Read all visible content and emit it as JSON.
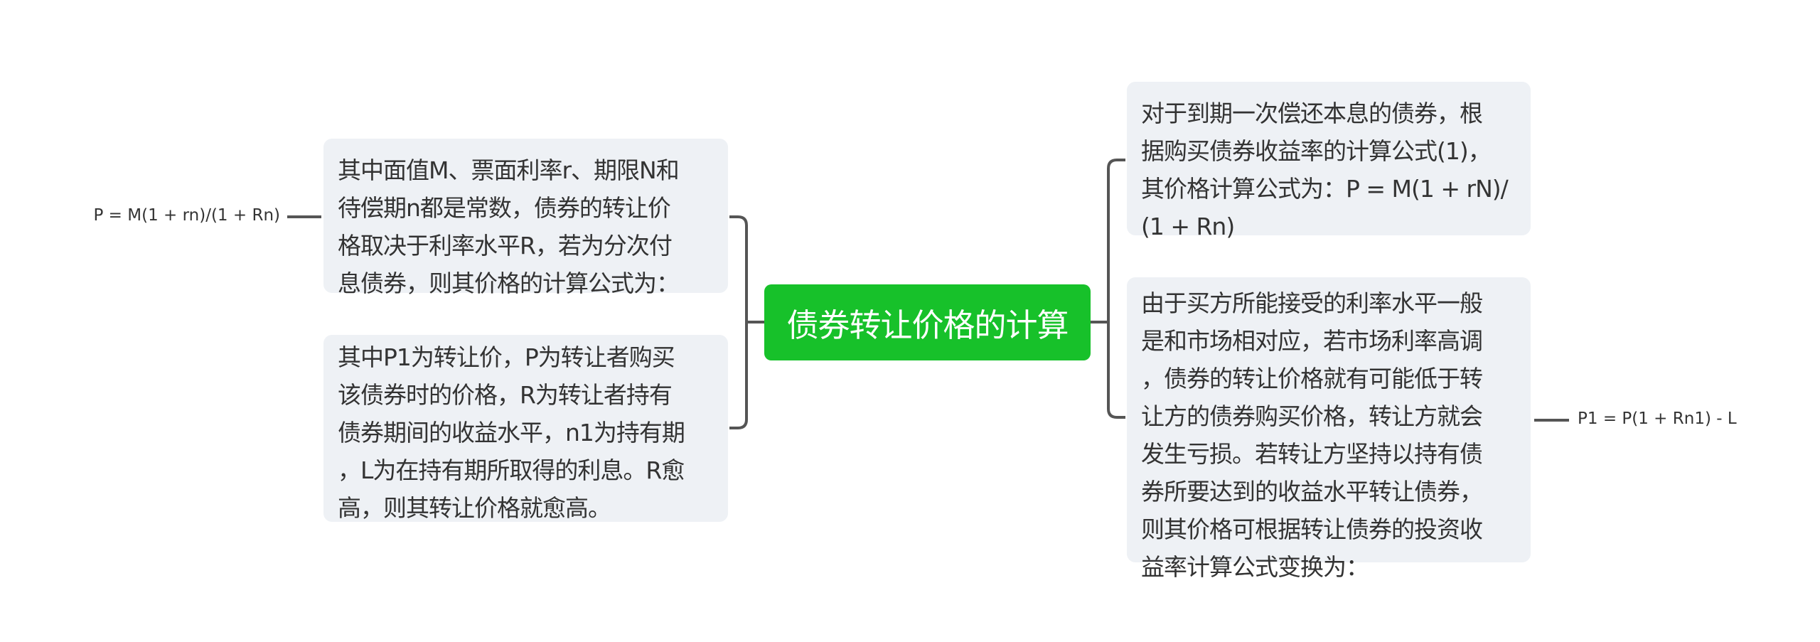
{
  "center": {
    "title": "债券转让价格的计算",
    "color": "#17c12a"
  },
  "left": [
    {
      "lines": [
        "其中面值M、票面利率r、期限N和",
        "待偿期n都是常数，债券的转让价",
        "格取决于利率水平R，若为分次付",
        "息债券，则其价格的计算公式为："
      ],
      "formula": "P = M(1 + rn)/(1 + Rn)"
    },
    {
      "lines": [
        "其中P1为转让价，P为转让者购买",
        "该债券时的价格，R为转让者持有",
        "债券期间的收益水平，n1为持有期",
        "，L为在持有期所取得的利息。R愈",
        "高，则其转让价格就愈高。"
      ]
    }
  ],
  "right": [
    {
      "lines": [
        "对于到期一次偿还本息的债券，根",
        "据购买债券收益率的计算公式(1)，",
        "其价格计算公式为：P = M(1 + rN)/",
        "(1 + Rn)"
      ]
    },
    {
      "lines": [
        "由于买方所能接受的利率水平一般",
        "是和市场相对应，若市场利率高调",
        "，债券的转让价格就有可能低于转",
        "让方的债券购买价格，转让方就会",
        "发生亏损。若转让方坚持以持有债",
        "券所要达到的收益水平转让债券，",
        "则其价格可根据转让债券的投资收",
        "益率计算公式变换为："
      ],
      "formula": "P1 = P(1 + Rn1) - L"
    }
  ]
}
